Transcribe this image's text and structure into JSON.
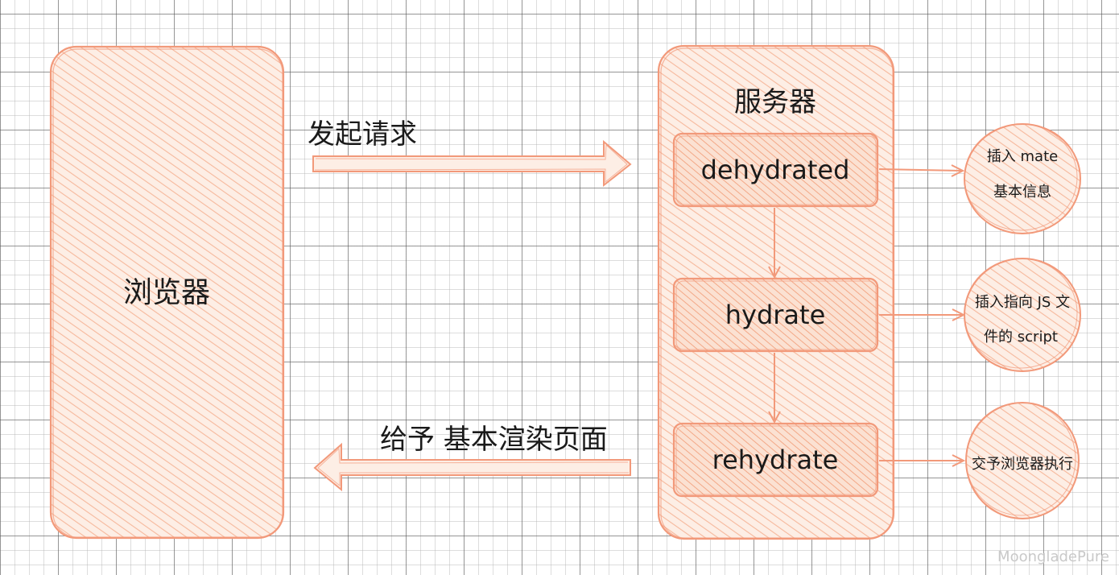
{
  "colors": {
    "stroke": "#f2997a",
    "fill": "#fbe1d2",
    "hatch": "#f6b89c",
    "text": "#1a1a1a"
  },
  "browser": {
    "label": "浏览器"
  },
  "server": {
    "label": "服务器"
  },
  "arrows": {
    "request_label": "发起请求",
    "response_label": "给予 基本渲染页面"
  },
  "stages": [
    {
      "label": "dehydrated"
    },
    {
      "label": "hydrate"
    },
    {
      "label": "rehydrate"
    }
  ],
  "notes": [
    {
      "lines": [
        "插入 mate",
        "基本信息"
      ]
    },
    {
      "lines": [
        "插入指向 JS 文",
        "件的 script"
      ]
    },
    {
      "lines": [
        "交予浏览器执行"
      ]
    }
  ],
  "watermark": "MoongladePure"
}
